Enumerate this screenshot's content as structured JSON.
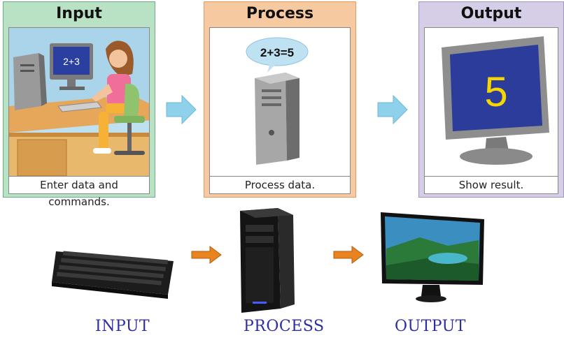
{
  "panels": {
    "input": {
      "title": "Input",
      "caption": "Enter data and commands.",
      "screen_text": "2+3"
    },
    "process": {
      "title": "Process",
      "caption": "Process data.",
      "bubble_text": "2+3=5"
    },
    "output": {
      "title": "Output",
      "caption": "Show result.",
      "screen_text": "5"
    }
  },
  "bottom": {
    "input_label": "INPUT",
    "process_label": "PROCESS",
    "output_label": "OUTPUT"
  },
  "colors": {
    "input_panel": "#b9e2c4",
    "process_panel": "#f7c9a1",
    "output_panel": "#d6cde6",
    "flow_arrow_large": "#8fd0ea",
    "flow_arrow_small": "#e8831f",
    "label_text": "#2d2ea3"
  },
  "icons": [
    "keyboard-icon",
    "tower-computer-icon",
    "monitor-icon",
    "right-arrow-icon"
  ]
}
